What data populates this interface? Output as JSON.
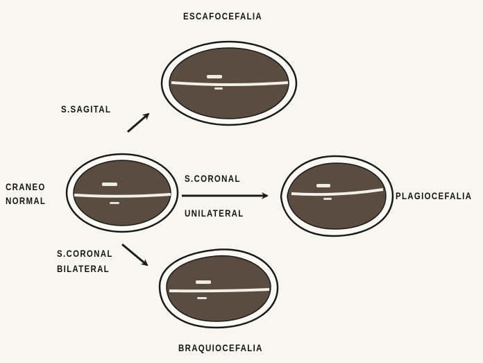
{
  "labels": {
    "escafocefalia": "ESCAFOCEFALIA",
    "s_sagital": "S.SAGITAL",
    "craneo_normal_line1": "CRANEO",
    "craneo_normal_line2": "NORMAL",
    "s_coronal": "S.CORONAL",
    "unilateral": "UNILATERAL",
    "plagiocefalia": "PLAGIOCEFALIA",
    "s_coronal_bilateral_line1": "S.CORONAL",
    "s_coronal_bilateral_line2": "BILATERAL",
    "braquiocefalia": "BRAQUIOCEFALIA"
  },
  "colors": {
    "background": "#f7f6f1",
    "skull_fill": "#5a4c40",
    "outline": "#1a1a1a",
    "rim": "#fbfaf6",
    "text": "#141414"
  }
}
